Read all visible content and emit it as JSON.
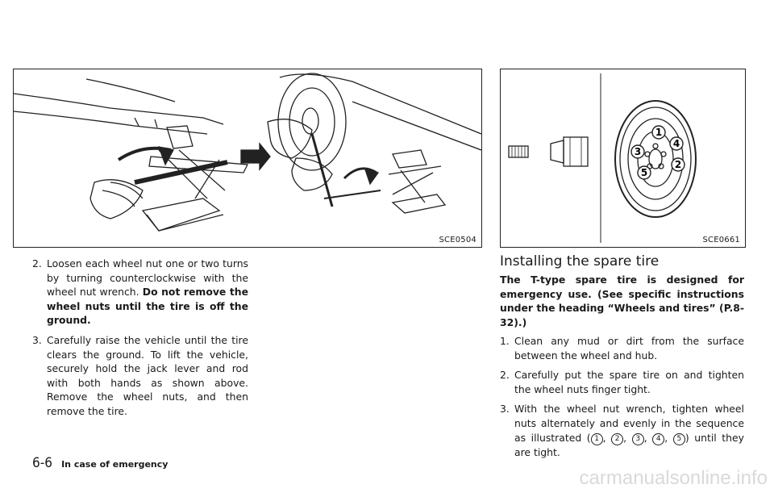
{
  "figures": {
    "left_code": "SCE0504",
    "right_code": "SCE0661",
    "callouts": [
      "1",
      "2",
      "3",
      "4",
      "5"
    ]
  },
  "left_steps": [
    {
      "num": "2.",
      "text": "Loosen each wheel nut one or two turns by turning counterclockwise with the wheel nut wrench.",
      "bold": "Do not remove the wheel nuts until the tire is off the ground."
    },
    {
      "num": "3.",
      "text": "Carefully raise the vehicle until the tire clears the ground. To lift the vehicle, securely hold the jack lever and rod with both hands as shown above. Remove the wheel nuts, and then remove the tire."
    }
  ],
  "right_section": {
    "heading": "Installing the spare tire",
    "intro": "The T-type spare tire is designed for emergency use. (See specific instructions under the heading “Wheels and tires” (P.8-32).)",
    "steps": [
      {
        "num": "1.",
        "text": "Clean any mud or dirt from the surface between the wheel and hub."
      },
      {
        "num": "2.",
        "text": "Carefully put the spare tire on and tighten the wheel nuts finger tight."
      },
      {
        "num": "3.",
        "text": "With the wheel nut wrench, tighten wheel nuts alternately and evenly in the sequence as illustrated (",
        "seq": [
          "1",
          "2",
          "3",
          "4",
          "5"
        ],
        "tail": ") until they are tight."
      }
    ]
  },
  "footer": {
    "page": "6-6",
    "section": "In case of emergency"
  },
  "watermark": "carmanualsonline.info"
}
